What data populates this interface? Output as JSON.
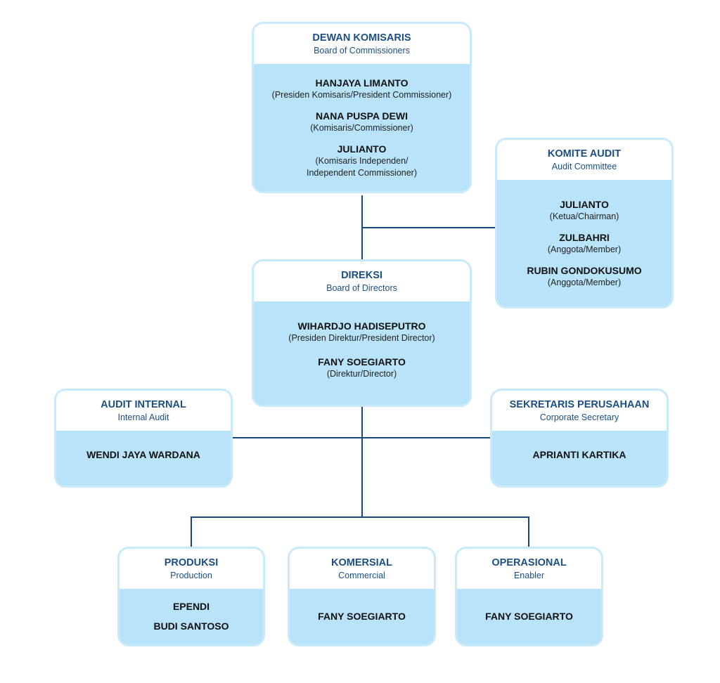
{
  "commissioners": {
    "title": "DEWAN KOMISARIS",
    "subtitle": "Board of Commissioners",
    "members": [
      {
        "name": "HANJAYA LIMANTO",
        "role": "(Presiden Komisaris/President Commissioner)"
      },
      {
        "name": "NANA PUSPA DEWI",
        "role": "(Komisaris/Commissioner)"
      },
      {
        "name": "JULIANTO",
        "role_line1": "(Komisaris Independen/",
        "role_line2": "Independent Commissioner)"
      }
    ]
  },
  "audit_committee": {
    "title": "KOMITE AUDIT",
    "subtitle": "Audit Committee",
    "members": [
      {
        "name": "JULIANTO",
        "role": "(Ketua/Chairman)"
      },
      {
        "name": "ZULBAHRI",
        "role": "(Anggota/Member)"
      },
      {
        "name": "RUBIN GONDOKUSUMO",
        "role": "(Anggota/Member)"
      }
    ]
  },
  "directors": {
    "title": "DIREKSI",
    "subtitle": "Board of Directors",
    "members": [
      {
        "name": "WIHARDJO HADISEPUTRO",
        "role": "(Presiden Direktur/President Director)"
      },
      {
        "name": "FANY SOEGIARTO",
        "role": "(Direktur/Director)"
      }
    ]
  },
  "internal_audit": {
    "title": "AUDIT INTERNAL",
    "subtitle": "Internal Audit",
    "member": "WENDI JAYA WARDANA"
  },
  "corporate_secretary": {
    "title": "SEKRETARIS PERUSAHAAN",
    "subtitle": "Corporate Secretary",
    "member": "APRIANTI KARTIKA"
  },
  "production": {
    "title": "PRODUKSI",
    "subtitle": "Production",
    "members": [
      "EPENDI",
      "BUDI SANTOSO"
    ]
  },
  "commercial": {
    "title": "KOMERSIAL",
    "subtitle": "Commercial",
    "member": "FANY SOEGIARTO"
  },
  "operations": {
    "title": "OPERASIONAL",
    "subtitle": "Enabler",
    "member": "FANY SOEGIARTO"
  },
  "colors": {
    "header_text": "#1b4f83",
    "box_fill": "#b9e3f8",
    "connector": "#17497a"
  }
}
